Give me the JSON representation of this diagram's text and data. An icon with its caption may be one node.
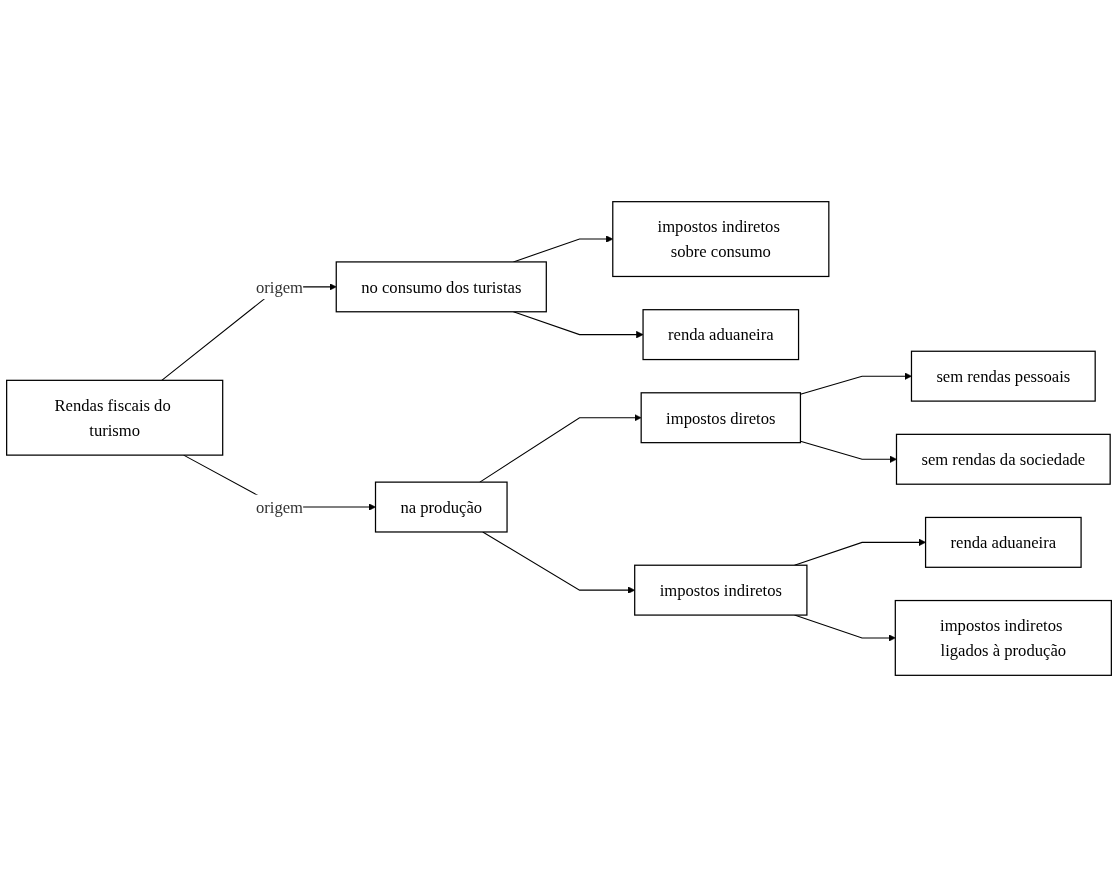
{
  "diagram": {
    "nodes": [
      {
        "text": [
          "Rendas fiscais do turismo"
        ]
      },
      {
        "text": [
          "no consumo dos turistas"
        ]
      },
      {
        "text": [
          "impostos indiretos sobre consumo"
        ]
      },
      {
        "text": [
          "renda aduaneira"
        ]
      },
      {
        "text": [
          "na produção"
        ]
      },
      {
        "text": [
          "impostos diretos"
        ]
      },
      {
        "text": [
          "sem rendas pessoais"
        ]
      },
      {
        "text": [
          "sem rendas da sociedade"
        ]
      },
      {
        "text": [
          "impostos indiretos"
        ]
      },
      {
        "text": [
          "renda aduaneira"
        ]
      },
      {
        "text": [
          "impostos indiretos ligados à produção"
        ]
      }
    ],
    "edges": [
      {
        "from": 0,
        "to": 1,
        "arrow": "to",
        "label": "origem"
      },
      {
        "from": 0,
        "to": 4,
        "arrow": "to",
        "label": "origem"
      },
      {
        "from": 1,
        "to": 2,
        "arrow": "to"
      },
      {
        "from": 1,
        "to": 3,
        "arrow": "to"
      },
      {
        "from": 4,
        "to": 5,
        "arrow": "to"
      },
      {
        "from": 4,
        "to": 8,
        "arrow": "to"
      },
      {
        "from": 5,
        "to": 6,
        "arrow": "to"
      },
      {
        "from": 5,
        "to": 7,
        "arrow": "to"
      },
      {
        "from": 8,
        "to": 9,
        "arrow": "to"
      },
      {
        "from": 8,
        "to": 10,
        "arrow": "to"
      }
    ]
  }
}
